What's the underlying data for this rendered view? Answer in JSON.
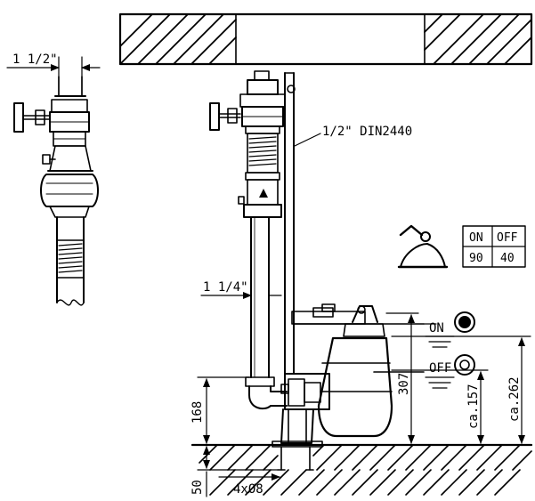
{
  "annotations": {
    "nominal_top": "1 1/2\"",
    "hose_spec": "1/2\" DIN2440",
    "pipe_size": "1 1/4\""
  },
  "switch_table": {
    "on_label": "ON",
    "off_label": "OFF",
    "on_value": "90",
    "off_value": "40"
  },
  "water_levels": {
    "on_label": "ON",
    "off_label": "OFF"
  },
  "dimensions": {
    "riser_height": "168",
    "pump_height": "307",
    "foot_depth": "50",
    "feet": "4xØ8",
    "off_level": "ca.157",
    "on_level": "ca.262"
  },
  "colors": {
    "line": "#000000",
    "background": "#ffffff"
  }
}
